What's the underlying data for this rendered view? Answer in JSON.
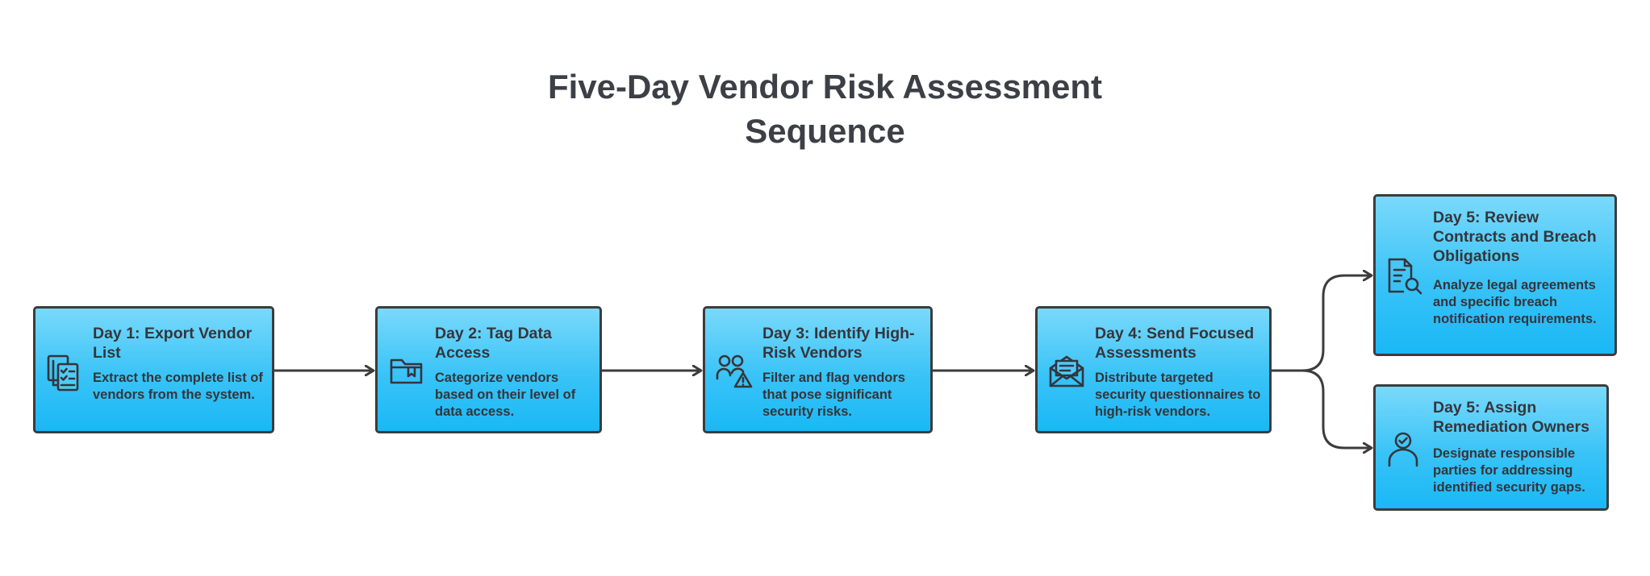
{
  "title": {
    "line1": "Five-Day Vendor Risk Assessment",
    "line2": "Sequence"
  },
  "steps": [
    {
      "icon": "stacked-checklist-icon",
      "title": "Day 1: Export Vendor List",
      "description": "Extract the complete list of vendors from the system."
    },
    {
      "icon": "folder-icon",
      "title": "Day 2: Tag Data Access",
      "description": "Categorize vendors based on their level of data access."
    },
    {
      "icon": "users-warning-icon",
      "title": "Day 3: Identify High-Risk Vendors",
      "description": "Filter and flag vendors that pose significant security risks."
    },
    {
      "icon": "envelope-letter-icon",
      "title": "Day 4: Send Focused Assessments",
      "description": "Distribute targeted security questionnaires to high-risk vendors."
    },
    {
      "icon": "document-search-icon",
      "title": "Day 5: Review Contracts and Breach Obligations",
      "description": "Analyze legal agreements and specific breach notification requirements."
    },
    {
      "icon": "user-check-icon",
      "title": "Day 5: Assign Remediation Owners",
      "description": "Designate responsible parties for addressing identified security gaps."
    }
  ],
  "colors": {
    "card_top": "#7ad9fb",
    "card_bottom": "#1ab8f6",
    "border": "#3c3c3c",
    "text": "#33343a"
  }
}
